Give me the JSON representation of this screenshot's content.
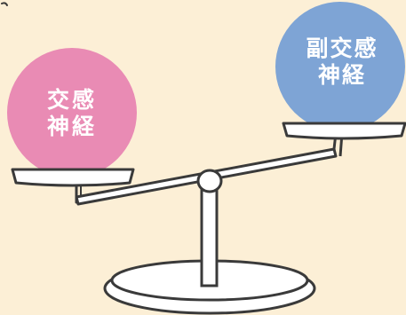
{
  "diagram": {
    "left_ball": {
      "line1": "交感",
      "line2": "神経",
      "color": "#e98bb4"
    },
    "right_ball": {
      "line1": "副交感",
      "line2": "神経",
      "color": "#7ea4d5"
    },
    "background_color": "#fcefd6",
    "scale_color": "#ffffff",
    "outline_color": "#3a3a3a"
  }
}
